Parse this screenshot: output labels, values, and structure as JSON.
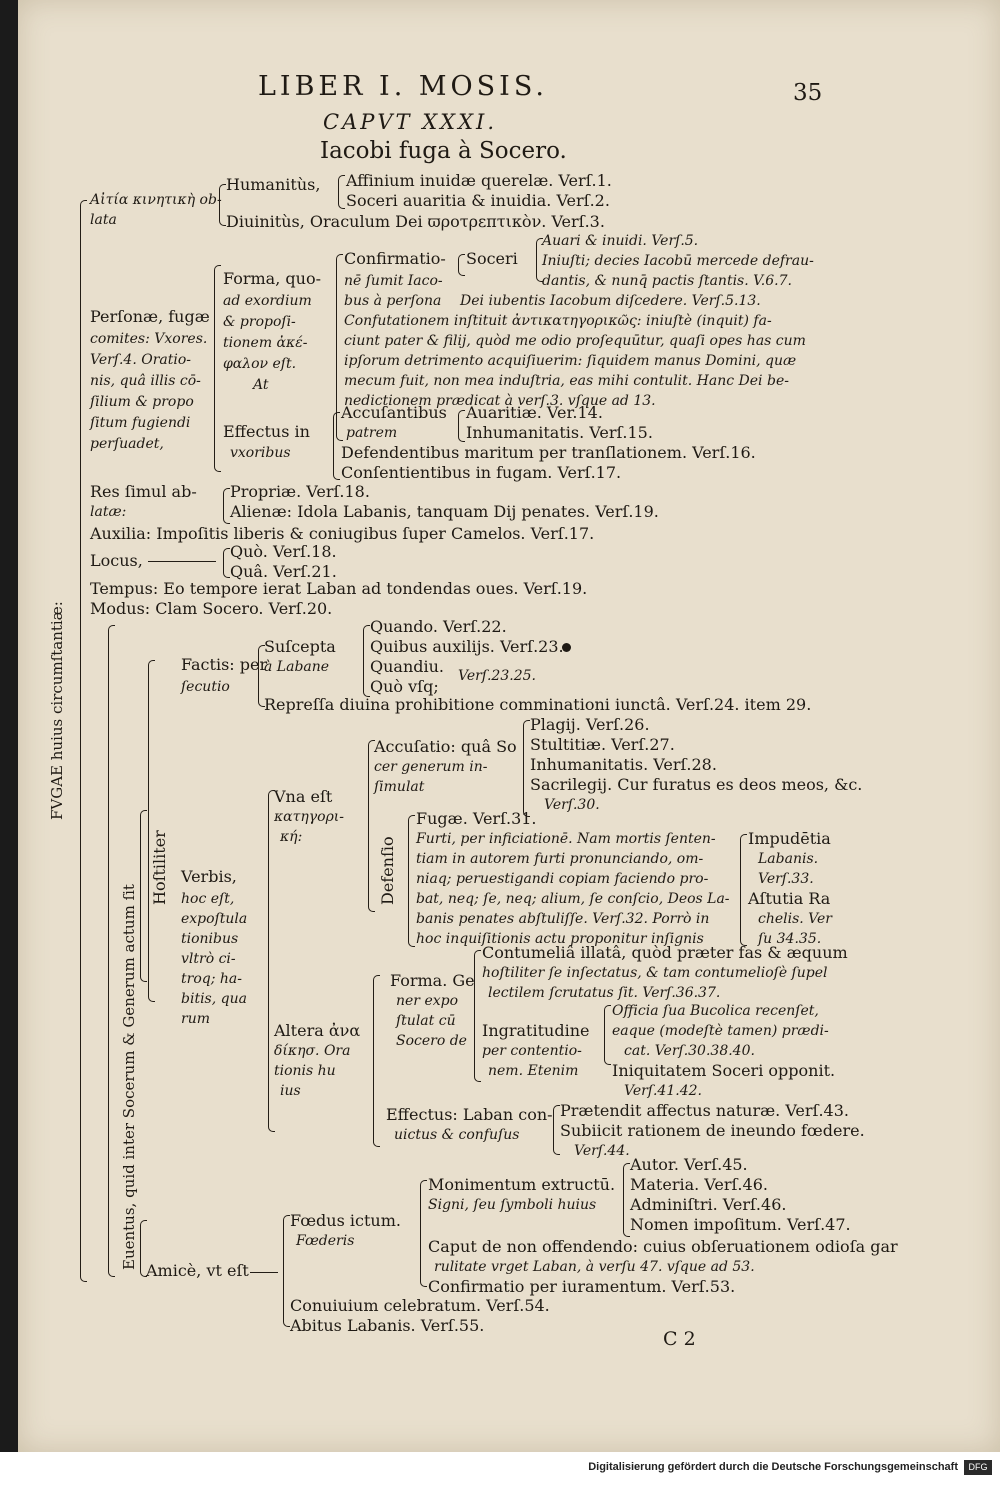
{
  "header": {
    "running_title": "LIBER I. MOSIS.",
    "page_number": "35",
    "chapter": "CAPVT XXXI.",
    "title": "Iacobi fuga à Socero."
  },
  "lines": {
    "l01": "Humanitùs,",
    "l02": "Affinium inuidæ querelæ. Verſ.1.",
    "l03": "Soceri auaritia & inuidia. Verſ.2.",
    "l04": "Αἰτία κινητικὴ ob-",
    "l05": "lata",
    "l06": "Diuinitùs, Oraculum Dei ϖροτρεπτικὸν. Verſ.3.",
    "l07": "Auari & inuidi. Verſ.5.",
    "l08": "Confirmatio-",
    "l09": "Soceri",
    "l10": "Iniuſti; decies Iacobū mercede defrau-",
    "l11": "Forma, quo-",
    "l12": "nē ſumit Iaco-",
    "l13": "dantis, & nunq̄ pactis ſtantis. V.6.7.",
    "l14": "ad exordium",
    "l15": "bus à perſona",
    "l16": "Dei iubentis Iacobum diſcedere. Verſ.5.13.",
    "l17": "Perſonæ, fugæ",
    "l18": "& propoſi-",
    "l19": "Confutationem inſtituit ἀντικατηγορικῶς: iniuſtè (inquit) fa-",
    "l20": "comites: Vxores.",
    "l21": "tionem ἀκέ-",
    "l22": "ciunt pater & filij, quòd me odio proſequūtur, quaſi opes has cum",
    "l23": "Verſ.4. Oratio-",
    "l24": "φαλον eſt.",
    "l25": "ipſorum detrimento acquiſiuerim: ſiquidem manus Domini, quæ",
    "l26": "nis, quâ illis cō-",
    "l27": "At",
    "l28": "mecum fuit, non mea induſtria, eas mihi contulit. Hanc Dei be-",
    "l29": "ſilium & propo",
    "l30": "nedictionem prædicat à verſ.3. vſque ad 13.",
    "l31": "ſitum fugiendi",
    "l32": "Accuſantibus",
    "l33": "Auaritiæ. Ver.14.",
    "l34": "perſuadet,",
    "l35": "Effectus in",
    "l36": "patrem",
    "l37": "Inhumanitatis. Verſ.15.",
    "l38": "vxoribus",
    "l39": "Defendentibus maritum per tranſlationem. Verſ.16.",
    "l40": "Conſentientibus in fugam. Verſ.17.",
    "l41": "Res ſimul ab-",
    "l42": "Propriæ. Verſ.18.",
    "l43": "latæ:",
    "l44": "Alienæ: Idola Labanis, tanquam Dij penates. Verſ.19.",
    "l45": "Auxilia: Impoſitis liberis & coniugibus ſuper Camelos. Verſ.17.",
    "l46": "Locus,",
    "l47": "Quò. Verſ.18.",
    "l48": "Quâ. Verſ.21.",
    "l49": "Tempus: Eo tempore ierat Laban ad tondendas oues. Verſ.19.",
    "l50": "Modus: Clam Socero. Verſ.20.",
    "l51": "Quando. Verſ.22.",
    "l52": "Suſcepta",
    "l53": "Quibus auxilijs. Verſ.23.",
    "l54": "Factis: per",
    "l55": "à Labane",
    "l56": "Quandiu.",
    "l57": "ſecutio",
    "l58": "Quò vſq;",
    "l59": "Verſ.23.25.",
    "l60": "Repreſſa diuina prohibitione comminationi iunctâ. Verſ.24. item 29.",
    "l61": "Plagij. Verſ.26.",
    "l62": "Accuſatio: quâ So",
    "l63": "Stultitiæ. Verſ.27.",
    "l64": "cer generum in-",
    "l65": "Inhumanitatis. Verſ.28.",
    "l66": "ſimulat",
    "l67": "Sacrilegij. Cur furatus es deos meos, &c.",
    "l68": "Verſ.30.",
    "l69": "Vna eſt",
    "l70": "κατηγορι-",
    "l71": "κή:",
    "l72": "Fugæ. Verſ.31.",
    "l73": "Furti, per inficiationē. Nam mortis ſenten-",
    "l74": "Impudētia",
    "l75": "tiam in autorem furti pronunciando, om-",
    "l76": "Labanis.",
    "l77": "niaq; peruestigandi copiam faciendo pro-",
    "l78": "Verſ.33.",
    "l79": "bat, neq; ſe, neq; alium, ſe conſcio, Deos La-",
    "l80": "Aſtutia Ra",
    "l81": "banis penates abſtuliſſe. Verſ.32. Porrò in",
    "l82": "chelis. Ver",
    "l83": "hoc inquiſitionis actu proponitur inſignis",
    "l84": "ſu 34.35.",
    "l85": "Verbis,",
    "l86": "hoc eſt,",
    "l87": "expoſtula",
    "l88": "tionibus",
    "l89": "vltrò ci-",
    "l90": "troq; ha-",
    "l91": "bitis, qua",
    "l92": "rum",
    "l93": "Contumeliâ illatâ, quòd præter fas & æquum",
    "l94": "hoſtiliter ſe inſectatus, & tam contumelioſè ſupel",
    "l95": "Forma. Ge",
    "l96": "lectilem ſcrutatus ſit. Verſ.36.37.",
    "l97": "ner expo",
    "l98": "Officia ſua Bucolica recenſet,",
    "l99": "ſtulat cū",
    "l100": "Ingratitudine",
    "l101": "eaque (modeſtè tamen) prædi-",
    "l102": "Altera ἀνα",
    "l103": "Socero de",
    "l104": "per contentio-",
    "l105": "cat. Verſ.30.38.40.",
    "l106": "δίκησ. Ora",
    "l107": "nem. Etenim",
    "l108": "Iniquitatem Soceri opponit.",
    "l109": "tionis hu",
    "l110": "Verſ.41.42.",
    "l111": "ius",
    "l112": "Effectus: Laban con-",
    "l113": "Prætendit affectus naturæ. Verſ.43.",
    "l114": "uictus & confuſus",
    "l115": "Subiicit rationem de ineundo fœdere.",
    "l116": "Verſ.44.",
    "l117": "Autor. Verſ.45.",
    "l118": "Monimentum extructū.",
    "l119": "Materia. Verſ.46.",
    "l120": "Signi, ſeu ſymboli huius",
    "l121": "Adminiſtri. Verſ.46.",
    "l122": "Fœdus ictum.",
    "l123": "Nomen impoſitum. Verſ.47.",
    "l124": "Fœderis",
    "l125": "Caput de non offendendo: cuius obſeruationem odioſa gar",
    "l126": "rulitate vrget Laban, à verſu 47. vſque ad 53.",
    "l127": "Amicè, vt eſt",
    "l128": "Confirmatio per iuramentum. Verſ.53.",
    "l129": "Conuiuium celebratum. Verſ.54.",
    "l130": "Abitus Labanis. Verſ.55."
  },
  "vertical": {
    "fugae": "FVGAE huius circumſtantiæ:",
    "euentus": "Euentus, quid inter Socerum & Generum actum ſit",
    "hostiliter": "Hoſtiliter",
    "defensio": "Defenſio"
  },
  "signature": "C 2",
  "footer": {
    "text": "Digitalisierung gefördert durch die Deutsche Forschungsgemeinschaft",
    "logo": "DFG"
  }
}
